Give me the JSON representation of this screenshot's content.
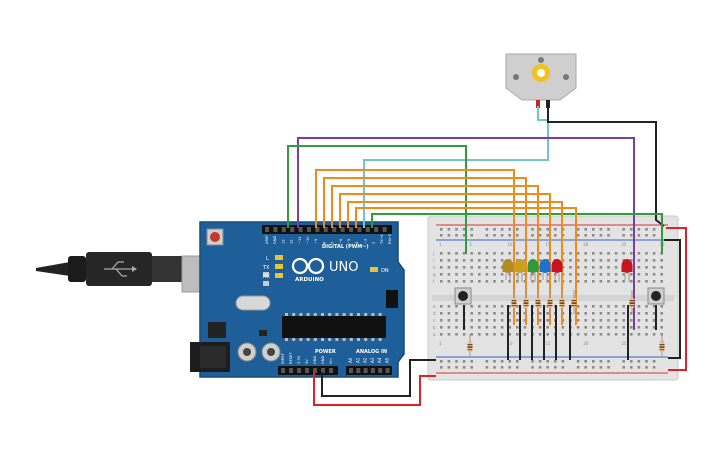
{
  "arduino": {
    "brand": "ARDUINO",
    "model": "UNO",
    "digital_header_label": "DIGITAL (PWM~)",
    "power_header_label": "POWER",
    "analog_header_label": "ANALOG IN",
    "on_label": "ON",
    "led_labels": [
      "L",
      "TX",
      "RX"
    ],
    "digital_pin_labels": [
      "AREF",
      "GND",
      "13",
      "12",
      "~11",
      "~10",
      "~9",
      "8",
      "7",
      "~6",
      "~5",
      "4",
      "~3",
      "2",
      "TX→1",
      "RX←0"
    ],
    "power_pin_labels": [
      "IOREF",
      "RESET",
      "3.3V",
      "5V",
      "GND",
      "GND",
      "Vin"
    ],
    "analog_pin_labels": [
      "A0",
      "A1",
      "A2",
      "A3",
      "A4",
      "A5"
    ]
  },
  "breadboard": {
    "row_labels": [
      "a",
      "b",
      "c",
      "d",
      "e",
      "f",
      "g",
      "h",
      "i",
      "j"
    ],
    "column_numbers": [
      "1",
      "5",
      "10",
      "15",
      "20",
      "25",
      "30"
    ]
  },
  "components": {
    "motor": "dc-motor",
    "leds": [
      {
        "name": "led-yellow-1",
        "color": "#b58a1e"
      },
      {
        "name": "led-yellow-2",
        "color": "#c9a020"
      },
      {
        "name": "led-green",
        "color": "#2f9a3a"
      },
      {
        "name": "led-blue",
        "color": "#1f6fd0"
      },
      {
        "name": "led-red-1",
        "color": "#c8141e"
      },
      {
        "name": "led-red-2",
        "color": "#c8141e"
      }
    ],
    "buttons": [
      "pushbutton-left",
      "pushbutton-right"
    ]
  },
  "colors": {
    "board": "#1f5f99",
    "wire_orange": "#f08a1c",
    "wire_green": "#2f9e3a",
    "wire_purple": "#7a3e9e",
    "wire_cyan": "#6ec6d0",
    "wire_red": "#e0202a",
    "wire_black": "#222222"
  }
}
